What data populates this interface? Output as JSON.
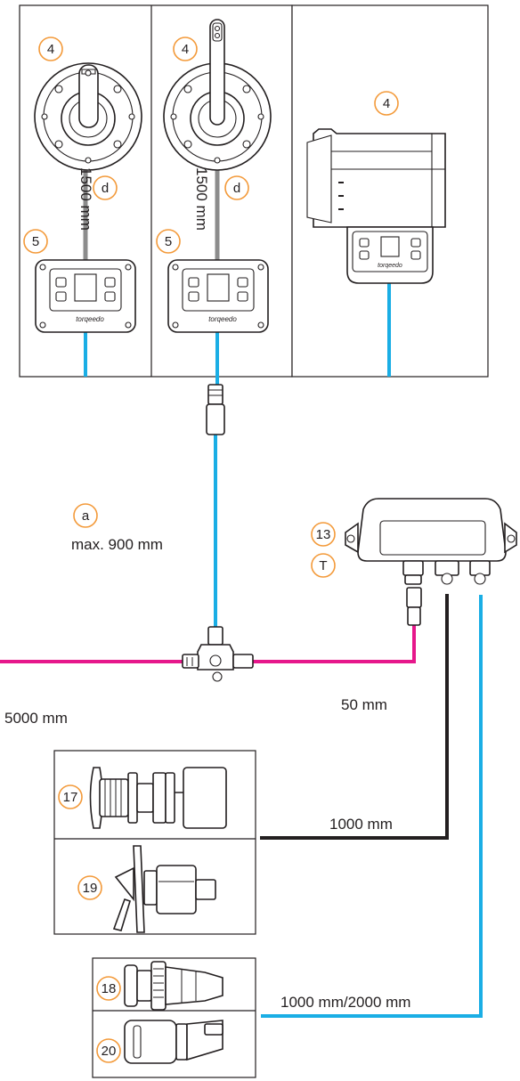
{
  "labels": {
    "length_1500": "1500 mm",
    "max_900": "max. 900 mm",
    "len_5000": "5000 mm",
    "len_50": "50 mm",
    "len_1000": "1000 mm",
    "len_1000_2000": "1000 mm/2000 mm",
    "brand": "torqeedo"
  },
  "callouts": {
    "c4": "4",
    "c5": "5",
    "cd": "d",
    "ca": "a",
    "c13": "13",
    "cT": "T",
    "c17": "17",
    "c18": "18",
    "c19": "19",
    "c20": "20"
  },
  "colors": {
    "blue_cable": "#1aaee5",
    "pink_cable": "#e6178b",
    "black_cable": "#231f20",
    "grey_cable": "#8c8c8c",
    "callout_ring": "#f39a3a"
  }
}
